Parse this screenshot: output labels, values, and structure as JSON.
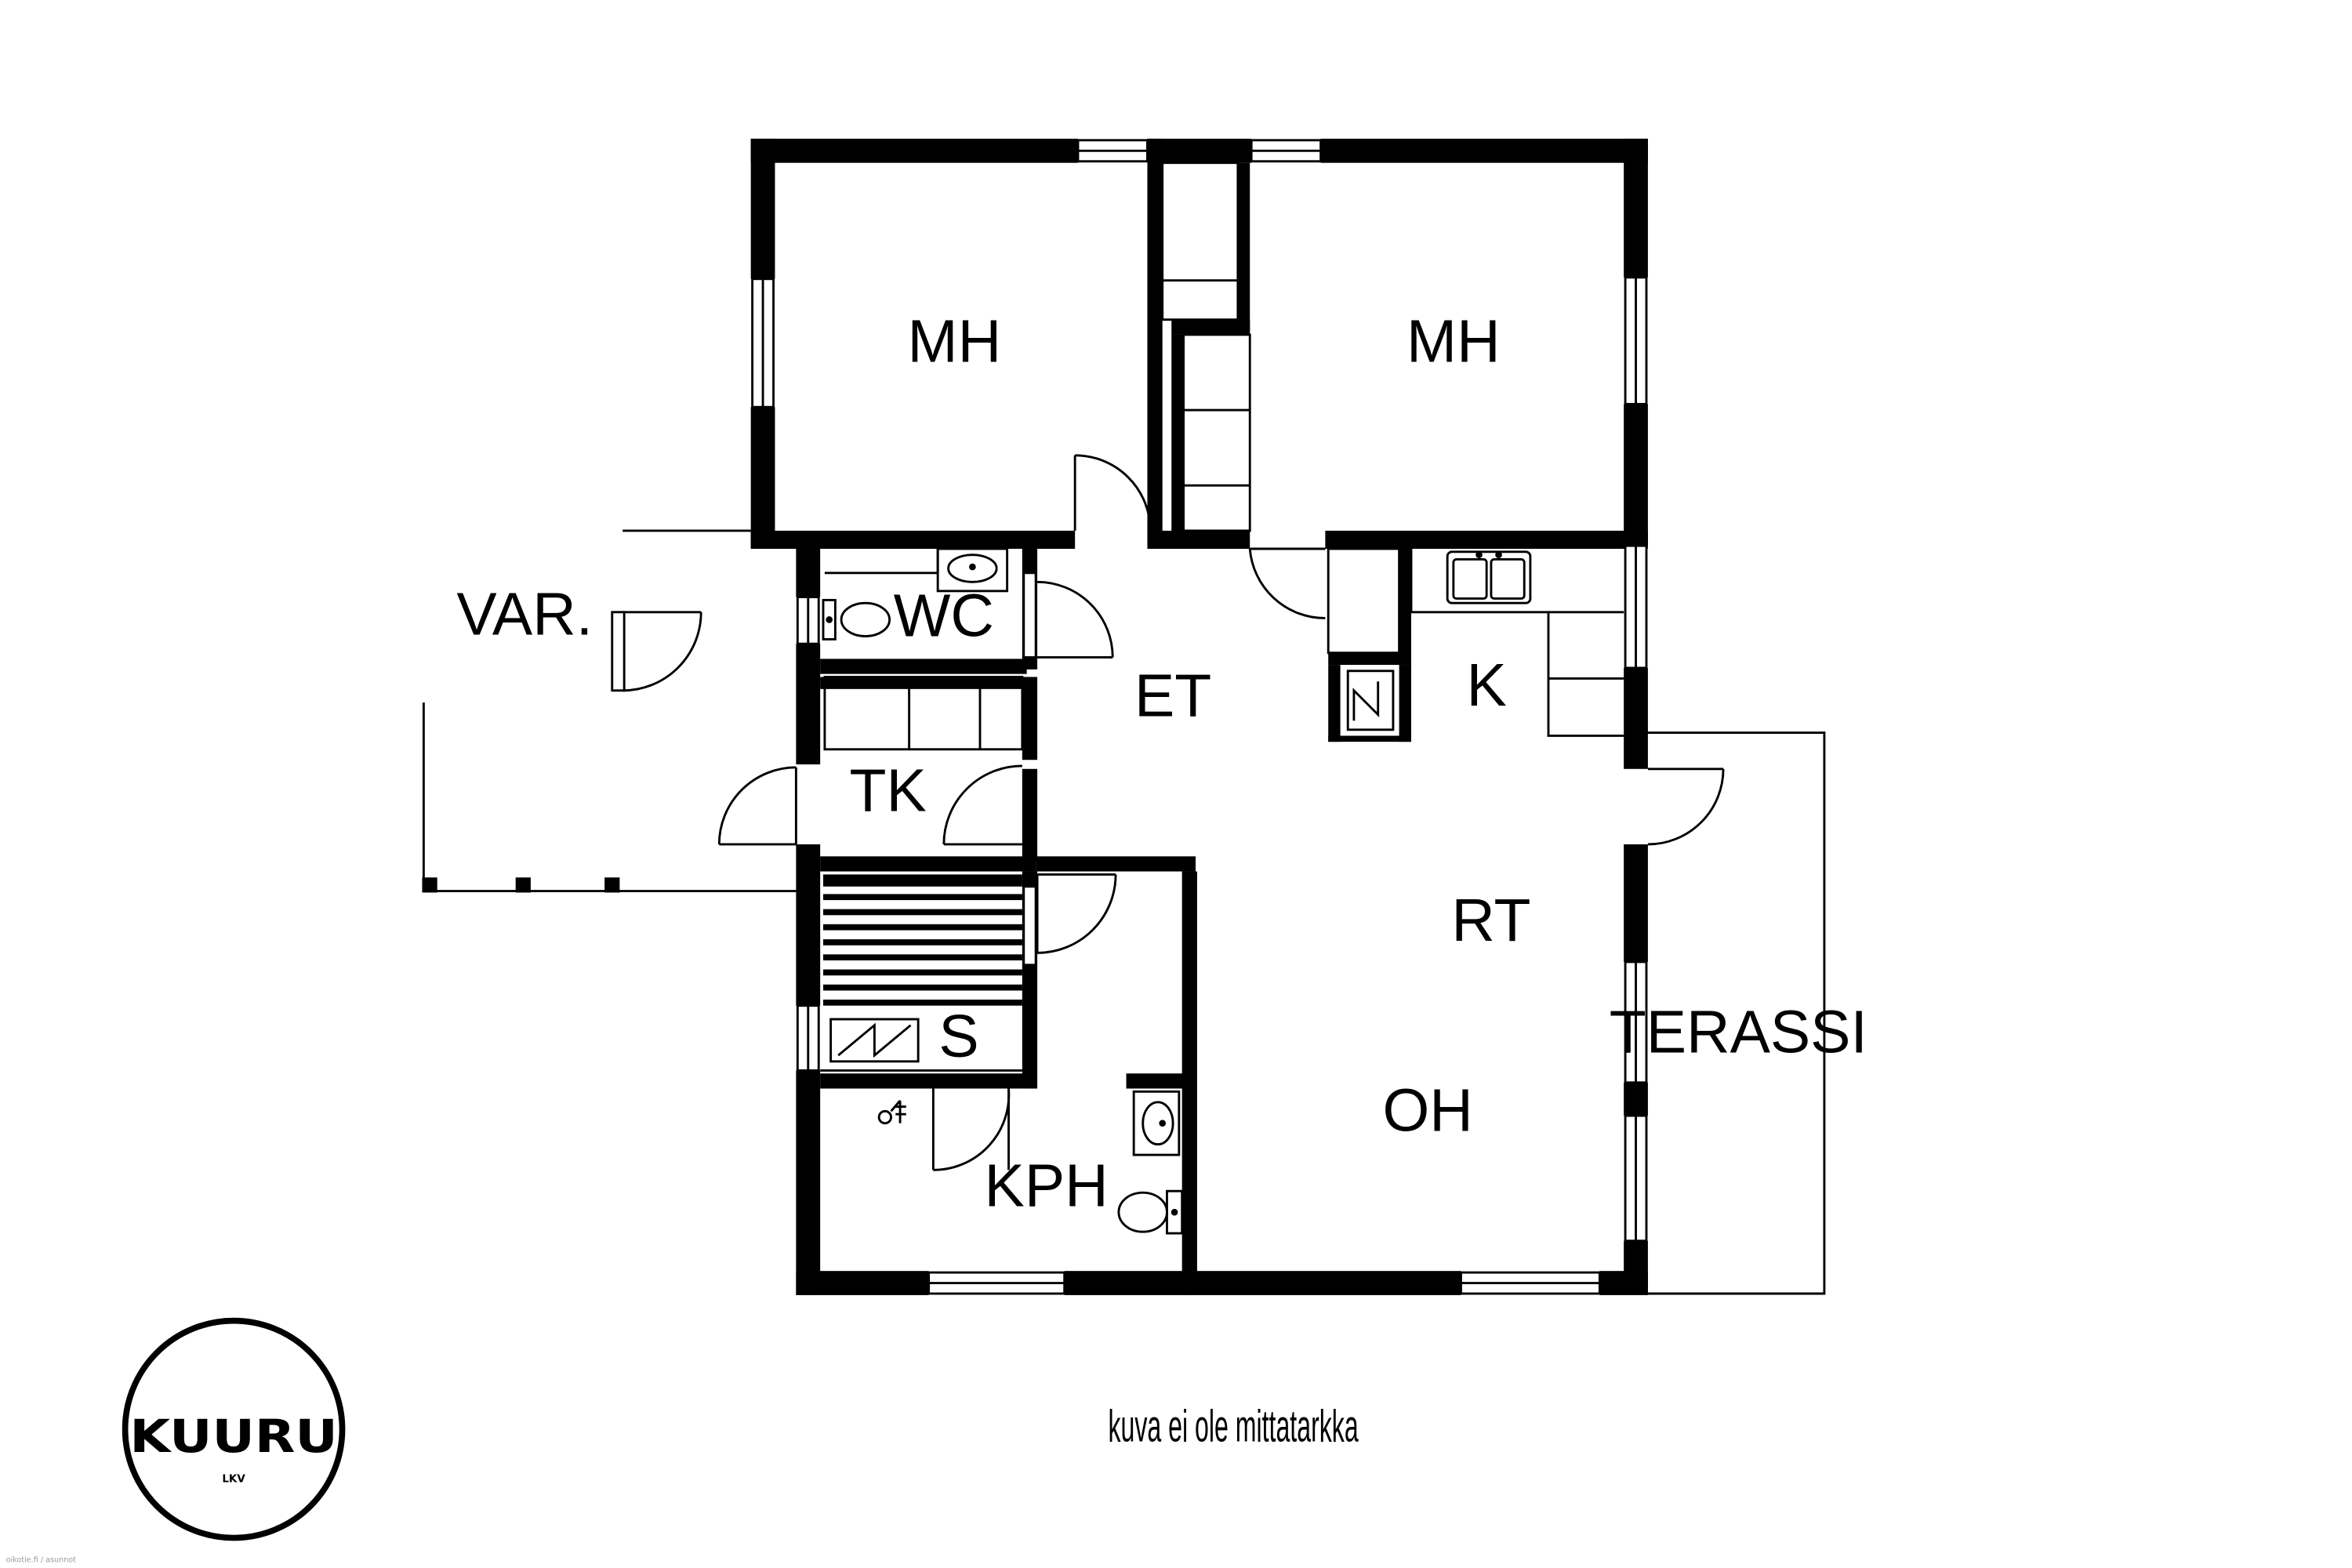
{
  "rooms": {
    "mh_1": "MH",
    "mh_2": "MH",
    "var": "VAR.",
    "wc": "WC",
    "et": "ET",
    "k": "K",
    "tk": "TK",
    "rt": "RT",
    "s": "S",
    "terassi": "TERASSI",
    "oh": "OH",
    "kph": "KPH"
  },
  "note": "kuva ei ole mittatarkka",
  "logo": {
    "name": "KUURU",
    "subtitle": "LKV"
  },
  "copyright": "oikotie.fi / asunnot"
}
